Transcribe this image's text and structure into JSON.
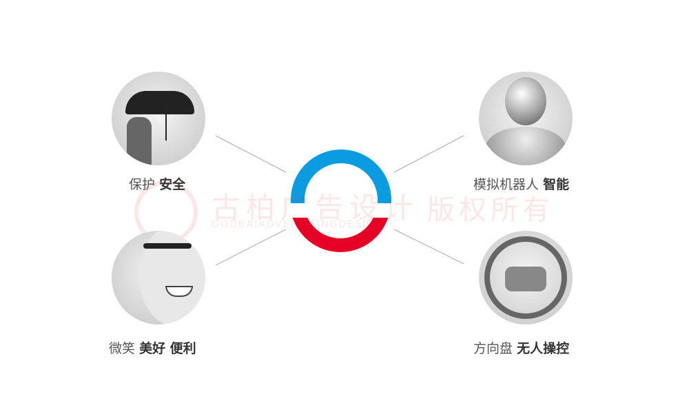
{
  "center_logo": {
    "top_color": "#0b9be0",
    "bottom_color": "#e60026"
  },
  "features": [
    {
      "label_light": "保护",
      "label_bold": "安全",
      "icon": "man-with-umbrella-photo"
    },
    {
      "label_light": "模拟机器人",
      "label_bold": "智能",
      "icon": "robot-head-photo"
    },
    {
      "label_light": "微笑",
      "label_bold": "美好 便利",
      "icon": "smiling-man-smart-glasses-photo"
    },
    {
      "label_light": "方向盘",
      "label_bold": "无人操控",
      "icon": "steering-wheel-photo"
    }
  ],
  "watermark": {
    "cn": "古柏广告设计",
    "rights": "版权所有",
    "en": "GOOBAIADVERTISINGDESIGN"
  }
}
